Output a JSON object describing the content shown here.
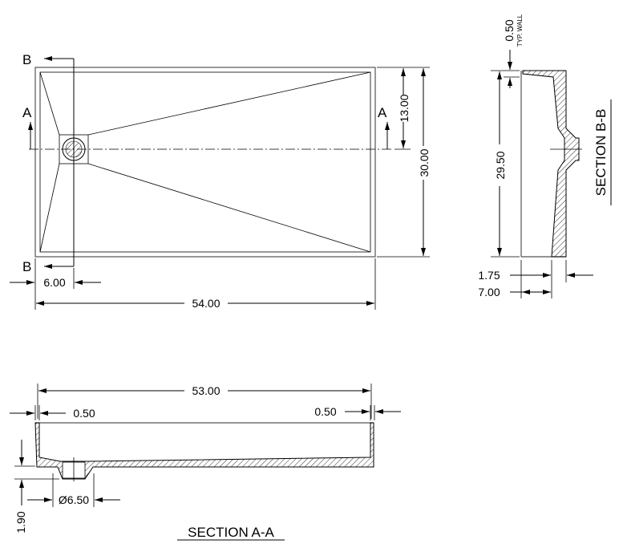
{
  "plan_view": {
    "section_a_left": "A",
    "section_a_right": "A",
    "section_b_top": "B",
    "section_b_bottom": "B",
    "dim_drain_offset": "6.00",
    "dim_length": "54.00",
    "dim_drain_center": "13.00",
    "dim_width": "30.00"
  },
  "section_b": {
    "title": "SECTION B-B",
    "dim_wall": "0.50",
    "wall_note": "TYP. WALL",
    "dim_inner_width": "29.50",
    "dim_lip": "1.75",
    "dim_height": "7.00"
  },
  "section_a": {
    "title": "SECTION A-A",
    "dim_inner_length": "53.00",
    "dim_wall_left": "0.50",
    "dim_wall_right": "0.50",
    "dim_drain_diameter": "Ø6.50",
    "dim_drain_depth": "1.90"
  }
}
